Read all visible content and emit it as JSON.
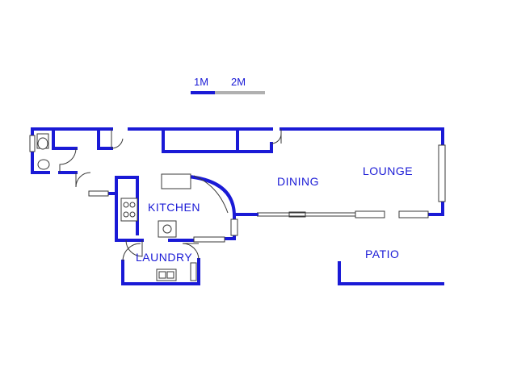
{
  "scale": {
    "label_1": "1M",
    "label_2": "2M"
  },
  "rooms": {
    "kitchen": "KITCHEN",
    "dining": "DINING",
    "lounge": "LOUNGE",
    "laundry": "LAUNDRY",
    "patio": "PATIO"
  },
  "colors": {
    "wall": "#1a1ad6",
    "fixture": "#3a3a3a",
    "scale_grey": "#b0b0b0"
  }
}
